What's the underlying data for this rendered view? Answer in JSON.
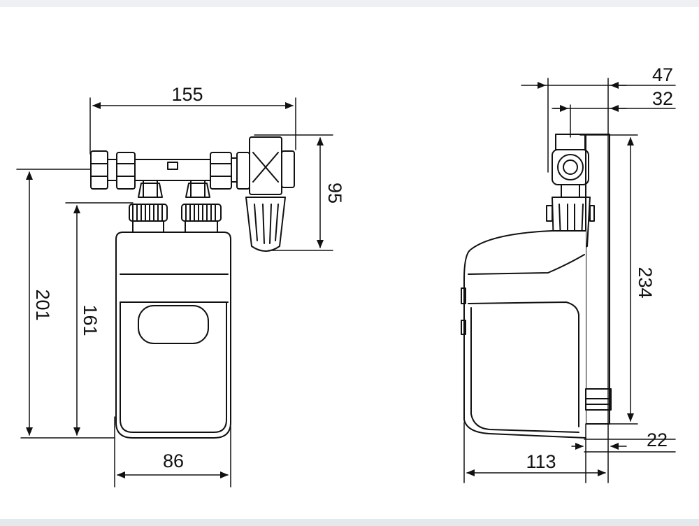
{
  "dimensions": {
    "width_top": "155",
    "fitting_height": "95",
    "total_height_front": "201",
    "body_height": "161",
    "body_width": "86",
    "offset_top_outer": "47",
    "offset_top_inner": "32",
    "total_height_side": "234",
    "bottom_offset": "22",
    "side_depth": "113"
  },
  "colors": {
    "line": "#111111",
    "background": "#ffffff",
    "body_fill": "#ffffff"
  }
}
